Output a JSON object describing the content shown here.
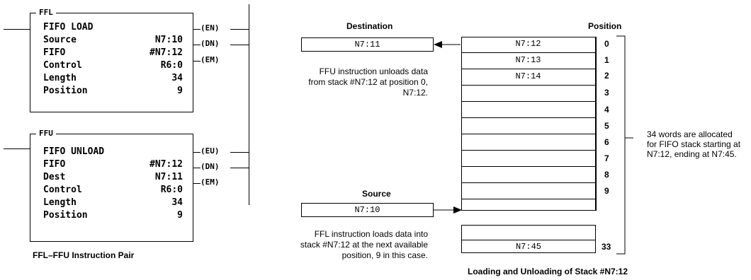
{
  "ffl": {
    "title": "FFL",
    "rows": [
      {
        "label": "FIFO LOAD",
        "value": ""
      },
      {
        "label": "Source",
        "value": "N7:10"
      },
      {
        "label": "FIFO",
        "value": "#N7:12"
      },
      {
        "label": "Control",
        "value": "R6:0"
      },
      {
        "label": "Length",
        "value": "34"
      },
      {
        "label": "Position",
        "value": "9"
      }
    ],
    "outputs": [
      "(EN)",
      "(DN)",
      "(EM)"
    ]
  },
  "ffu": {
    "title": "FFU",
    "rows": [
      {
        "label": "FIFO UNLOAD",
        "value": ""
      },
      {
        "label": "FIFO",
        "value": "#N7:12"
      },
      {
        "label": "Dest",
        "value": "N7:11"
      },
      {
        "label": "Control",
        "value": "R6:0"
      },
      {
        "label": "Length",
        "value": "34"
      },
      {
        "label": "Position",
        "value": "9"
      }
    ],
    "outputs": [
      "(EU)",
      "(DN)",
      "(EM)"
    ]
  },
  "left_caption": "FFL–FFU Instruction Pair",
  "destination": {
    "label": "Destination",
    "value": "N7:11"
  },
  "source": {
    "label": "Source",
    "value": "N7:10"
  },
  "position_header": "Position",
  "stack_cells": [
    {
      "value": "N7:12",
      "position": "0"
    },
    {
      "value": "N7:13",
      "position": "1"
    },
    {
      "value": "N7:14",
      "position": "2"
    },
    {
      "value": "",
      "position": "3"
    },
    {
      "value": "",
      "position": "4"
    },
    {
      "value": "",
      "position": "5"
    },
    {
      "value": "",
      "position": "6"
    },
    {
      "value": "",
      "position": "7"
    },
    {
      "value": "",
      "position": "8"
    },
    {
      "value": "",
      "position": "9"
    }
  ],
  "last_cell": {
    "value": "N7:45",
    "position": "33"
  },
  "ffu_note": [
    "FFU instruction unloads data",
    "from stack #N7:12 at position 0,",
    "N7:12."
  ],
  "ffl_note": [
    "FFL instruction loads data into",
    "stack #N7:12 at the next available",
    "position, 9 in this case."
  ],
  "alloc_note": [
    "34 words are allocated",
    "for FIFO stack starting at",
    "N7:12, ending at N7:45."
  ],
  "right_caption": "Loading and Unloading of Stack #N7:12"
}
